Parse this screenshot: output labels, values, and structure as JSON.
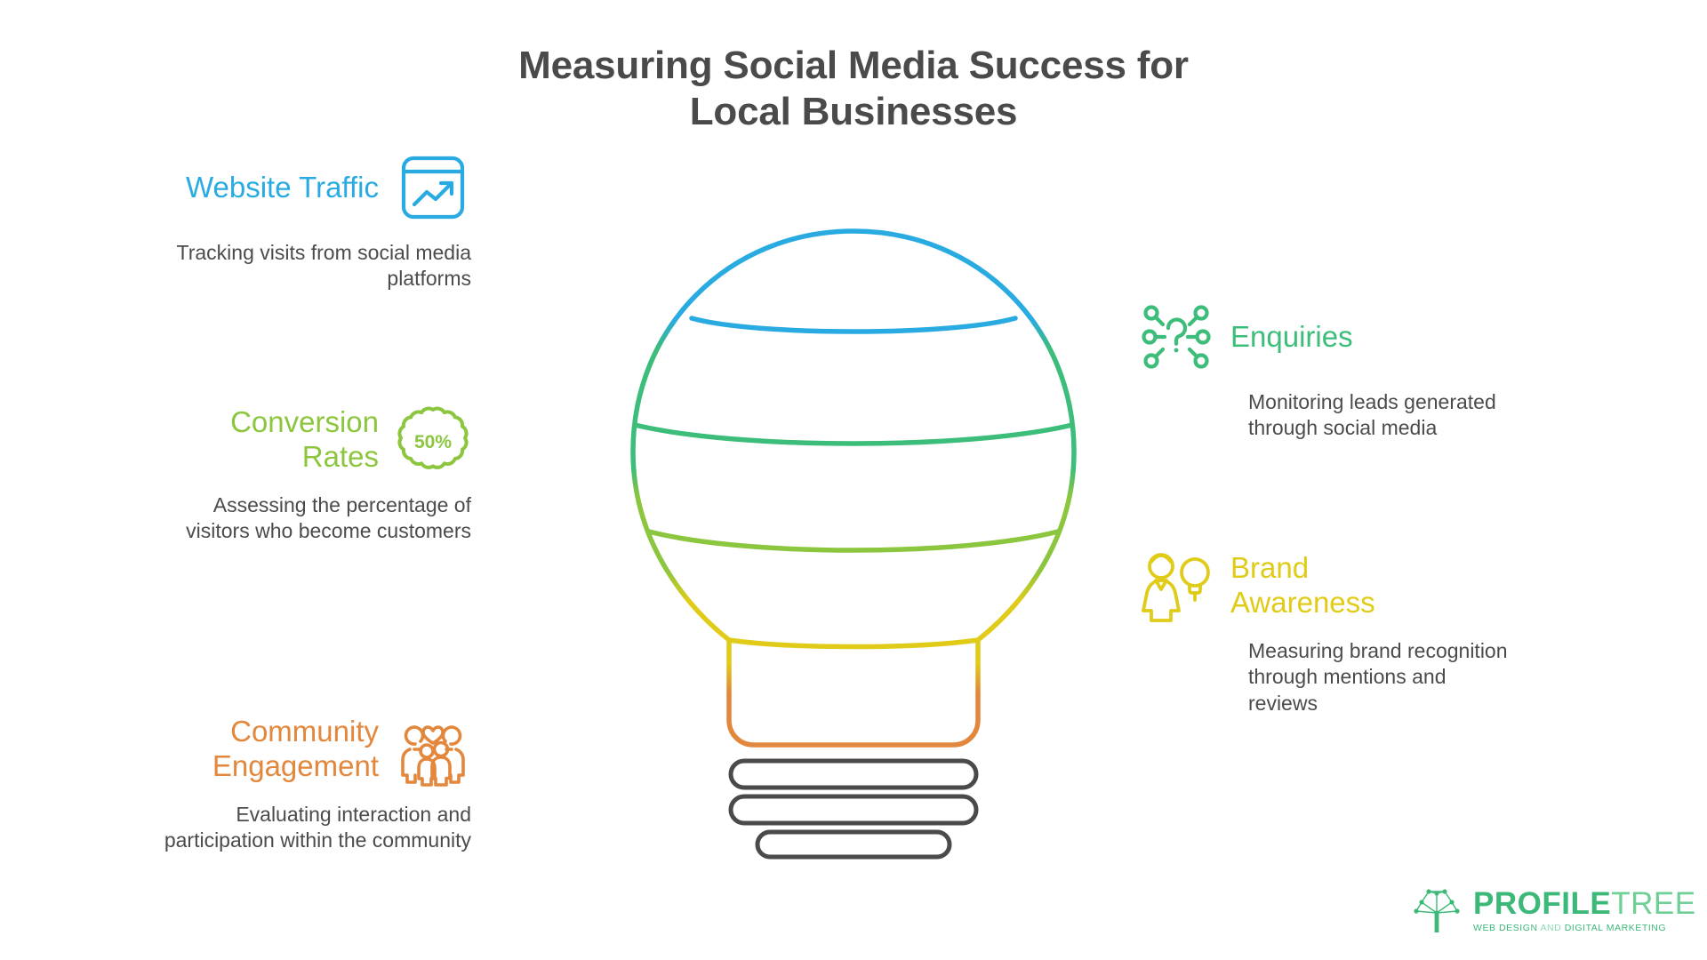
{
  "title": {
    "line1": "Measuring Social Media Success for",
    "line2": "Local Businesses",
    "color": "#4a4a4a"
  },
  "colors": {
    "website_traffic": "#29abe2",
    "conversion_rates": "#8cc63e",
    "community_engagement": "#e2873c",
    "enquiries": "#3cbd7a",
    "brand_awareness": "#e0cc18",
    "body_text": "#4b4b4b",
    "bulb_blue": "#29abe2",
    "bulb_green": "#3cbd7a",
    "bulb_lime": "#8cc63e",
    "bulb_yellow": "#e0cc18",
    "bulb_orange": "#e2873c",
    "bulb_base_gray": "#4a4a4a",
    "logo_green": "#3cb878",
    "logo_green_light": "#6fcf97"
  },
  "left_items": [
    {
      "id": "website",
      "title": "Website Traffic",
      "desc": "Tracking visits from social media platforms",
      "color": "#29abe2",
      "icon": "browser-chart-icon"
    },
    {
      "id": "conversion",
      "title": "Conversion Rates",
      "desc": "Assessing the percentage of visitors who become customers",
      "color": "#8cc63e",
      "icon": "percent-badge-icon",
      "icon_label": "50%"
    },
    {
      "id": "community",
      "title": "Community Engagement",
      "desc": "Evaluating interaction and participation within the community",
      "color": "#e2873c",
      "icon": "family-heart-icon"
    }
  ],
  "right_items": [
    {
      "id": "enquiries",
      "title": "Enquiries",
      "desc": "Monitoring leads generated through social media",
      "color": "#3cbd7a",
      "icon": "question-network-icon"
    },
    {
      "id": "brand",
      "title": "Brand Awareness",
      "desc": "Measuring brand recognition through mentions and reviews",
      "color": "#e0cc18",
      "icon": "person-lightbulb-icon"
    }
  ],
  "central_graphic": {
    "name": "lightbulb-illustration",
    "segments": [
      "#29abe2",
      "#3cbd7a",
      "#8cc63e",
      "#e0cc18",
      "#e2873c"
    ],
    "base_rings": 3
  },
  "logo": {
    "name_bold": "PROFILE",
    "name_light": "TREE",
    "tagline_a": "WEB DESIGN ",
    "tagline_b": "AND ",
    "tagline_c": "DIGITAL MARKETING"
  }
}
